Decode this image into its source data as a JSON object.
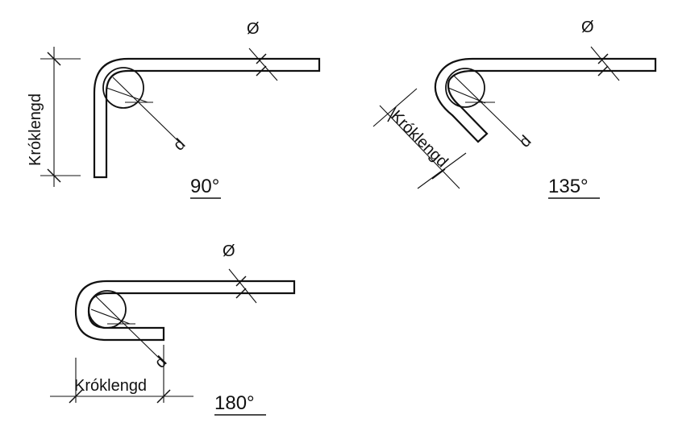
{
  "hooks": [
    {
      "id": "hook-90",
      "angle_label": "90°",
      "length_label": "Króklengd",
      "diameter_symbol": "Ø",
      "bend_diameter_label": "d"
    },
    {
      "id": "hook-135",
      "angle_label": "135°",
      "length_label": "Króklengd",
      "diameter_symbol": "Ø",
      "bend_diameter_label": "d"
    },
    {
      "id": "hook-180",
      "angle_label": "180°",
      "length_label": "Króklengd",
      "diameter_symbol": "Ø",
      "bend_diameter_label": "d"
    }
  ]
}
